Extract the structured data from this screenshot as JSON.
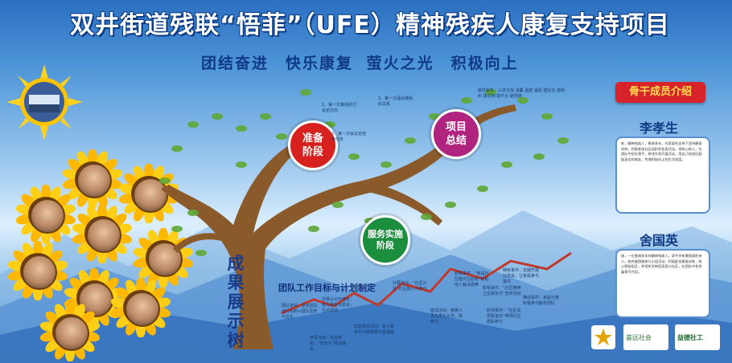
{
  "title": "双井街道残联“悟菲”（UFE）精神残疾人康复支持项目",
  "slogan": "团结奋进　快乐康复 萤火之光　积极向上",
  "stages": {
    "prep": "准备阶段",
    "summary": "项目总结",
    "service": "服务实施阶段"
  },
  "tree_label": "成果展示树",
  "team_section_label": "团队工作目标与计划制定",
  "branch_notes": {
    "prep_1": "1、第一次策划研讨会定方向",
    "prep_2": "2、第一次会议定结构任务",
    "prep_3": "3、第一次酒会建组织关系",
    "summary": "做优服务：三进五提 温馨 温度 温情 建队伍 建组织 建机制 建平台 建团建"
  },
  "timeline_notes": {
    "n1": "团队建设：制定团队运行机制+团队愿景与文化",
    "n2": "自我认识与肯定：我为朋友点赞会，互动游戏",
    "n3": "开展活动：共话家常，“包饺子”联谊晚会",
    "n4": "志愿服务活动：走入新家中为困难群众送温暖",
    "n5": "外展活动：“社区公益”社区融入与参与",
    "n6": "面谈活动：精英人员先带头示范，做参与",
    "n7": "影响事件：“我是社区睦邻互助者”帮助他人解决困难",
    "n8": "影响事件：“社区关爱联谊会”带领社区居民参与",
    "n9": "特色事件：定期开展分享会，让家属参与其中",
    "n10": "推动事件：家属代表积极参与服务团队",
    "n11": "影响事件：“社区精神卫生服务月”宣传活动"
  },
  "members_panel": {
    "header": "骨干成员介绍",
    "members": [
      {
        "name": "李孝生",
        "bio": "他，精神残疾人，患病多年，在家庭的支持下坚持康复训练，积极参加社区组织的各类活动。他热心助人，在团队中担任骨干，带领大家开展活动，用自己的经历鼓励身边的病友，传递积极向上的生活态度。"
      },
      {
        "name": "舍国英",
        "bio": "她，一位患病多年的精神残疾人，家中另有需照顾的亲人。她克服困难参与小组活动，积极配合康复训练，热心帮助组员，并把所学带回家庭与社区，在团队中发挥着骨干作用。"
      }
    ]
  },
  "logos": [
    {
      "name": "star-logo",
      "text": ""
    },
    {
      "name": "logo-2",
      "text": "荟远社会"
    },
    {
      "name": "logo-3",
      "text": "益德社工"
    }
  ],
  "colors": {
    "prep": "#d6211f",
    "summary": "#b0237e",
    "service": "#1b8e3e",
    "title_outline": "#0b3c86",
    "trunk": "#8b5a2b"
  }
}
